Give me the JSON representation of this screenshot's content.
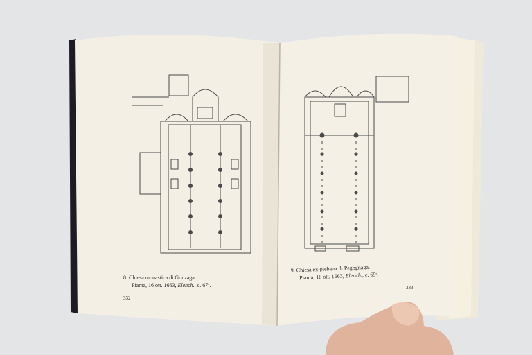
{
  "left_page": {
    "caption_line1": "8. Chiesa monastica di Gonzaga.",
    "caption_line2_prefix": "Pianta, 16 ott. 1663, ",
    "caption_line2_italic": "Elench.",
    "caption_line2_suffix": ", c. 67ᵛ.",
    "page_number": "332"
  },
  "right_page": {
    "caption_line1": "9. Chiesa ex-plebana di Pegognaga.",
    "caption_line2_prefix": "Pianta, 18 ott. 1663, ",
    "caption_line2_italic": "Elench.",
    "caption_line2_suffix": ", c. 69ʳ.",
    "page_number": "333"
  },
  "colors": {
    "background": "#e3e5e7",
    "paper": "#f3efe4",
    "ink": "#3a3a3a",
    "cover": "#1c1c22",
    "hand": "#e0b49c"
  }
}
